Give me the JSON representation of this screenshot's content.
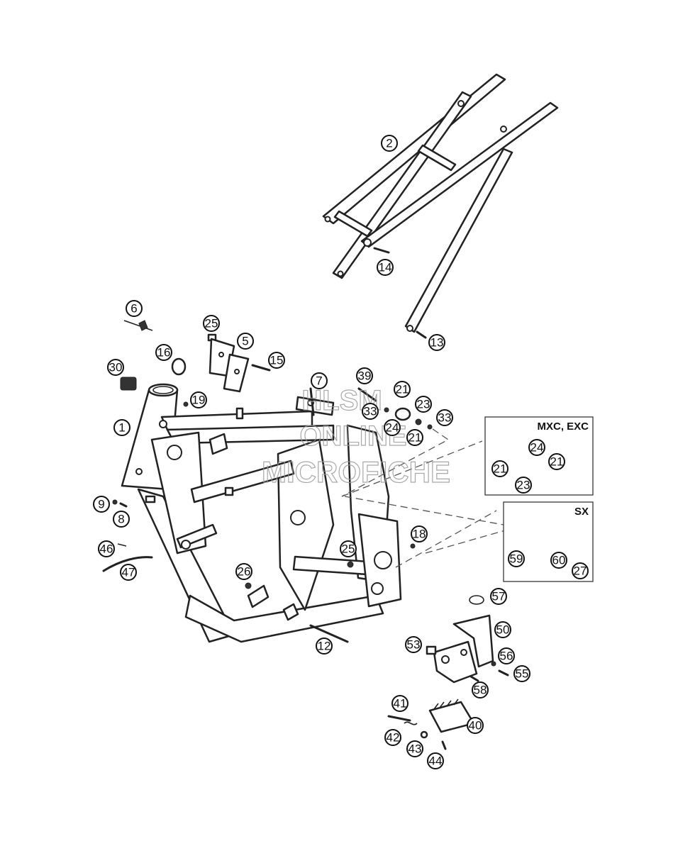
{
  "callouts": [
    "1",
    "2",
    "5",
    "6",
    "7",
    "8",
    "9",
    "12",
    "13",
    "14",
    "15",
    "16",
    "18",
    "19",
    "21",
    "21",
    "21",
    "21",
    "23",
    "23",
    "24",
    "24",
    "25",
    "25",
    "26",
    "27",
    "30",
    "33",
    "33",
    "39",
    "40",
    "41",
    "42",
    "43",
    "44",
    "46",
    "47",
    "50",
    "53",
    "55",
    "56",
    "57",
    "58",
    "59",
    "60"
  ],
  "boxes": {
    "box_a_title": "MXC, EXC",
    "box_b_title": "SX"
  },
  "watermark": {
    "line1": "HLSM",
    "line2": "ONLINE",
    "line3": "MICROFICHE"
  }
}
